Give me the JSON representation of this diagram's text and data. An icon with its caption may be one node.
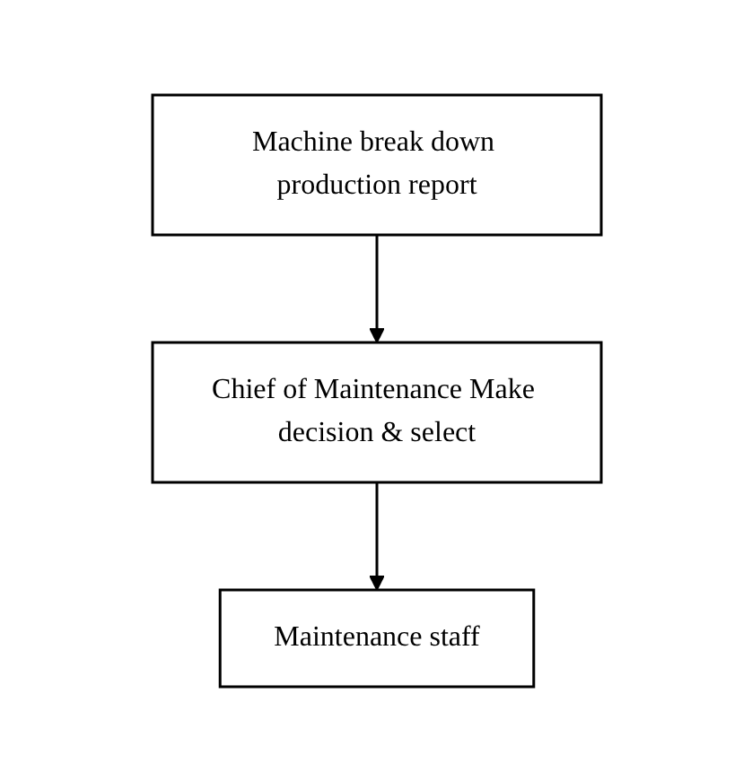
{
  "diagram": {
    "nodes": [
      {
        "text": [
          "Machine break down production report"
        ]
      },
      {
        "text": [
          "Chief of Maintenance Make decision & select"
        ]
      },
      {
        "text": [
          "Maintenance staff"
        ]
      }
    ],
    "edges": [
      {
        "from": 0,
        "to": 1,
        "arrow": "to"
      },
      {
        "from": 1,
        "to": 2,
        "arrow": "to"
      }
    ]
  }
}
